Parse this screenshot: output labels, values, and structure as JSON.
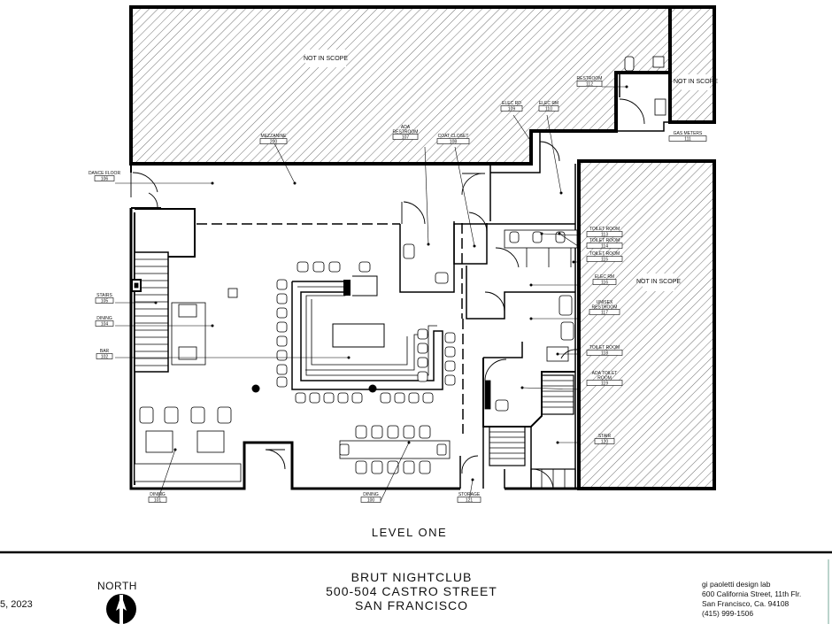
{
  "drawing": {
    "level_caption": "LEVEL ONE",
    "north_label": "NORTH",
    "project": [
      "BRUT NIGHTCLUB",
      "500-504 CASTRO STREET",
      "SAN FRANCISCO"
    ],
    "date_partial": "5, 2023",
    "firm": [
      "gi paoletti design lab",
      "600 California Street, 11th Flr.",
      "San Francisco, Ca. 94108",
      "(415) 999-1506"
    ],
    "not_in_scope": "NOT IN SCOPE"
  },
  "rooms": [
    {
      "name": "DANCE FLOOR",
      "number": "106"
    },
    {
      "name": "MEZZANINE",
      "number": "200"
    },
    {
      "name": "ADA RESTROOM",
      "number": "107"
    },
    {
      "name": "COAT CLOSET",
      "number": "108"
    },
    {
      "name": "ELEC RD",
      "number": "109"
    },
    {
      "name": "ELEC RM",
      "number": "110"
    },
    {
      "name": "RESTROOM",
      "number": "112"
    },
    {
      "name": "GAS METERS",
      "number": "111"
    },
    {
      "name": "TOILET ROOM",
      "number": "113"
    },
    {
      "name": "TOILET ROOM",
      "number": "114"
    },
    {
      "name": "TOILET ROOM",
      "number": "115"
    },
    {
      "name": "ELEC RM",
      "number": "116"
    },
    {
      "name": "UNISEX RESTROOM",
      "number": "117"
    },
    {
      "name": "TOILET ROOM",
      "number": "118"
    },
    {
      "name": "ADA TOILET ROOM",
      "number": "119"
    },
    {
      "name": "STAIR",
      "number": "120"
    },
    {
      "name": "STAIRS",
      "number": "105"
    },
    {
      "name": "DINING",
      "number": "104"
    },
    {
      "name": "BAR",
      "number": "102"
    },
    {
      "name": "DINING",
      "number": "101"
    },
    {
      "name": "DINING",
      "number": "100"
    },
    {
      "name": "STORAGE",
      "number": "121"
    }
  ]
}
